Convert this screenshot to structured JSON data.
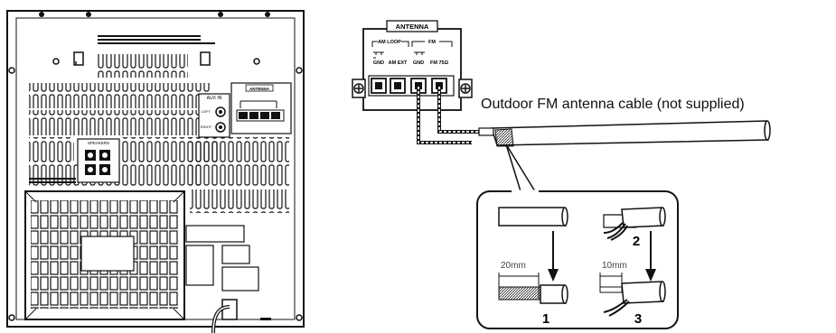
{
  "antenna_panel": {
    "title": "ANTENNA",
    "group_am_loop": "AM LOOP",
    "group_fm": "FM",
    "terminals": [
      "GND",
      "AM EXT",
      "GND",
      "FM 75Ω"
    ]
  },
  "rear_panel": {
    "antenna_label": "ANTENNA",
    "aux_label": "AUX IN",
    "aux_left": "LEFT",
    "aux_right": "RIGHT",
    "speakers_label": "SPEAKERS"
  },
  "cable_label": "Outdoor FM antenna cable (not supplied)",
  "steps": {
    "step1": "1",
    "step2": "2",
    "step3": "3",
    "measure_20": "20mm",
    "measure_10": "10mm"
  }
}
